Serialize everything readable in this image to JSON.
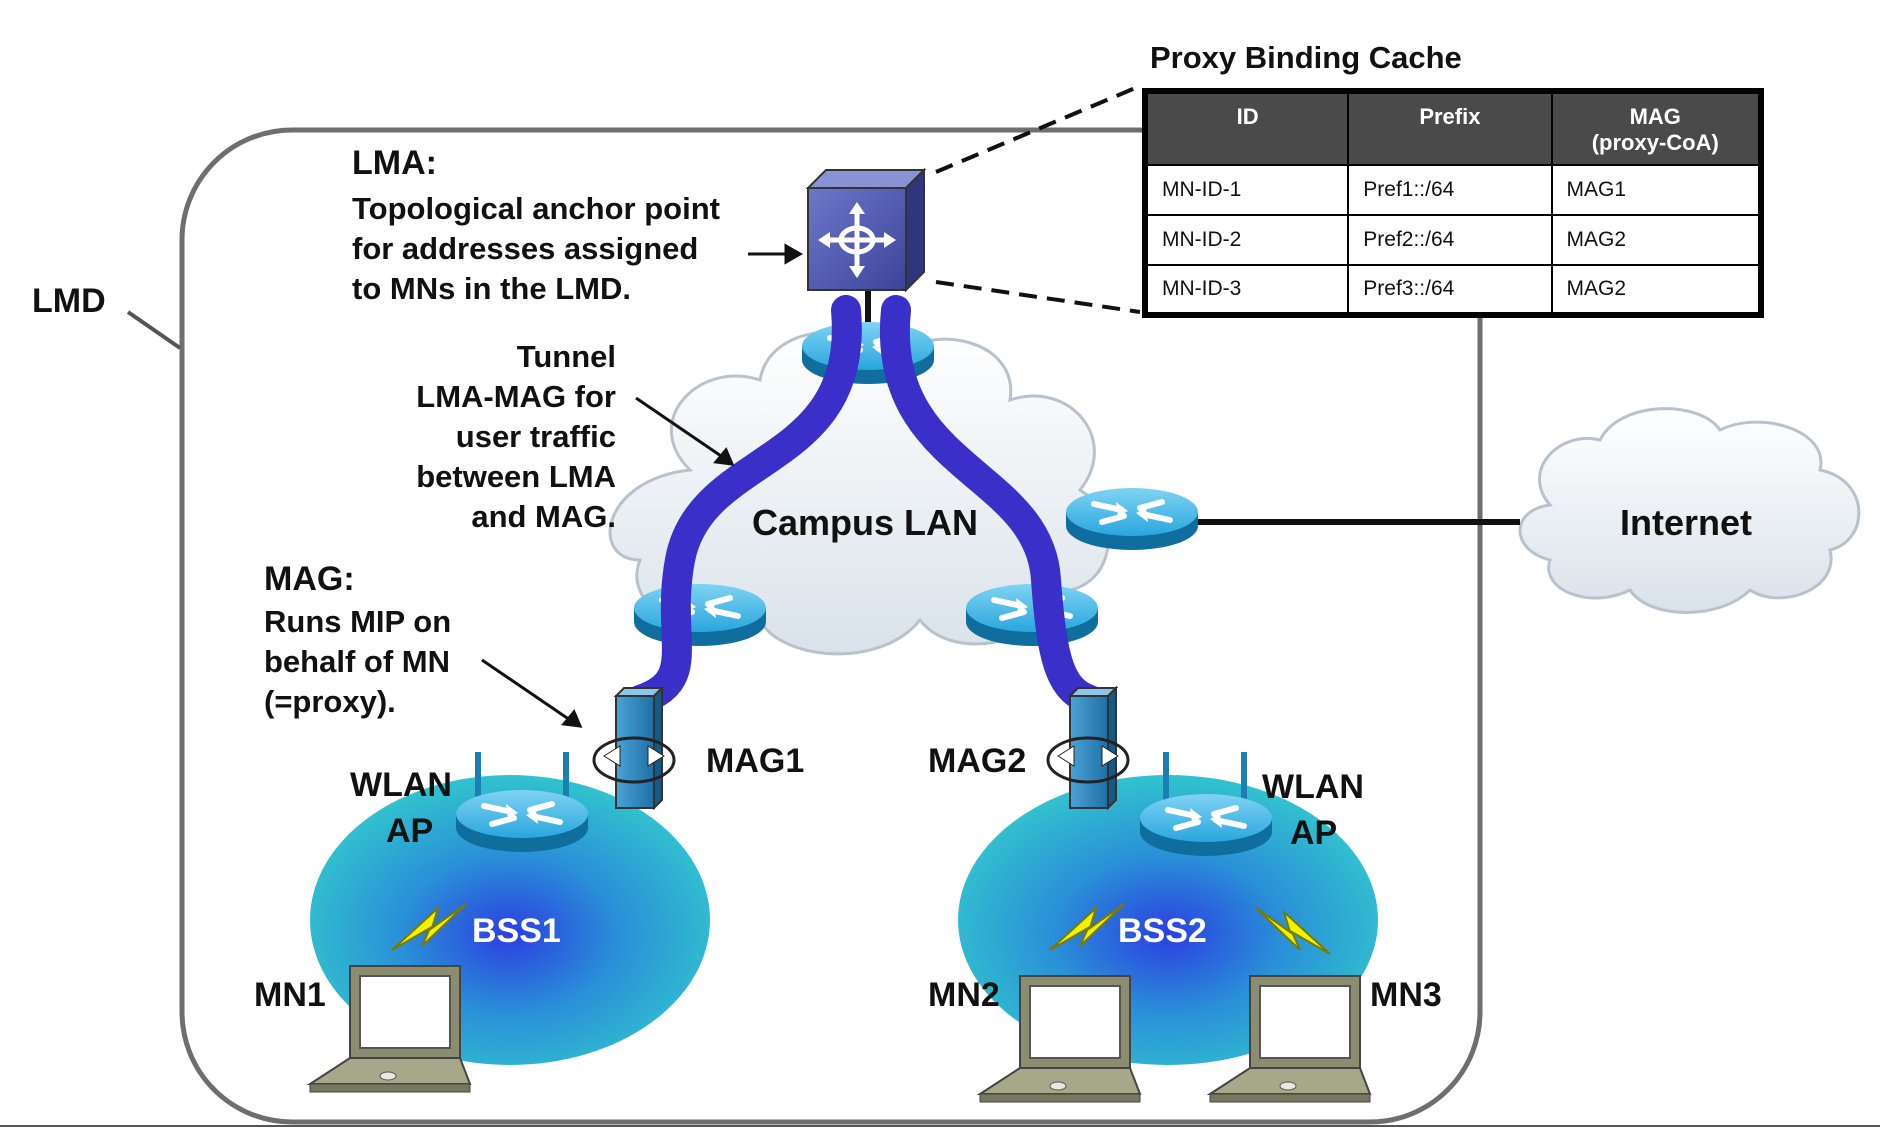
{
  "labels": {
    "lmd": "LMD",
    "lma_title": "LMA:",
    "lma_desc": [
      "Topological anchor point",
      "for addresses assigned",
      "to MNs in the LMD."
    ],
    "tunnel_desc": [
      "Tunnel",
      "LMA-MAG for",
      "user traffic",
      "between LMA",
      "and MAG."
    ],
    "mag_title": "MAG:",
    "mag_desc": [
      "Runs MIP on",
      "behalf of MN",
      "(=proxy)."
    ],
    "campus_lan": "Campus LAN",
    "internet": "Internet",
    "mag1": "MAG1",
    "mag2": "MAG2",
    "wlan_ap_left": [
      "WLAN",
      "AP"
    ],
    "wlan_ap_right": [
      "WLAN",
      "AP"
    ],
    "bss1": "BSS1",
    "bss2": "BSS2",
    "mn1": "MN1",
    "mn2": "MN2",
    "mn3": "MN3"
  },
  "cache": {
    "title": "Proxy Binding Cache",
    "headers": [
      "ID",
      "Prefix",
      "MAG\n(proxy-CoA)"
    ],
    "rows": [
      [
        "MN-ID-1",
        "Pref1::/64",
        "MAG1"
      ],
      [
        "MN-ID-2",
        "Pref2::/64",
        "MAG2"
      ],
      [
        "MN-ID-3",
        "Pref3::/64",
        "MAG2"
      ]
    ]
  },
  "colors": {
    "tunnel": "#3a2fc8",
    "router": "#1b8fc4",
    "bss": "#2ec4d0",
    "lightning": "#f2f200"
  }
}
